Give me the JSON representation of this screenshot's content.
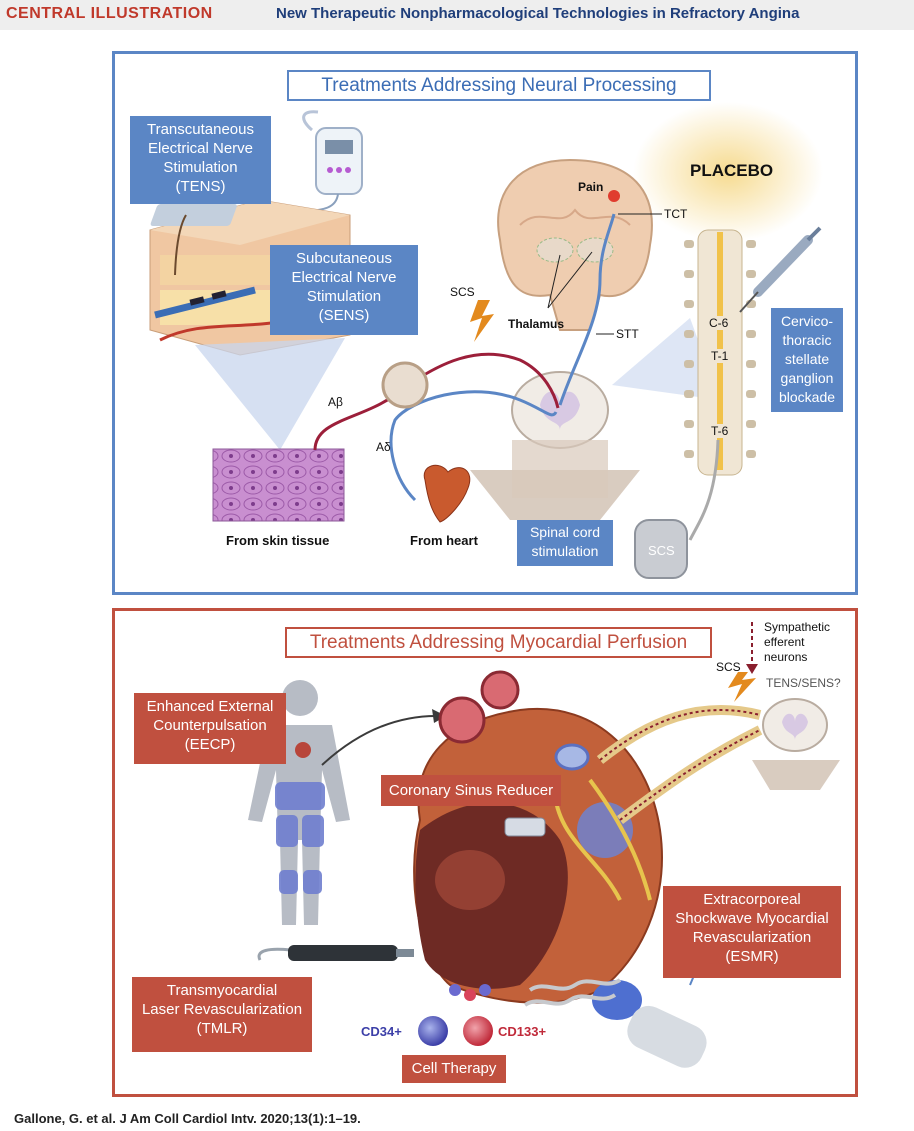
{
  "header": {
    "tag": "CENTRAL ILLUSTRATION",
    "title": "New Therapeutic Nonpharmacological Technologies in Refractory Angina"
  },
  "neural_panel": {
    "title": "Treatments Addressing Neural Processing",
    "tens": [
      "Transcutaneous",
      "Electrical Nerve",
      "Stimulation",
      "(TENS)"
    ],
    "sens": [
      "Subcutaneous",
      "Electrical Nerve",
      "Stimulation",
      "(SENS)"
    ],
    "placebo": "PLACEBO",
    "pain": "Pain",
    "tct": "TCT",
    "thalamus": "Thalamus",
    "stt": "STT",
    "scs": "SCS",
    "a_beta": "Aβ",
    "a_delta": "Aδ",
    "from_skin": "From skin tissue",
    "from_heart": "From heart",
    "spinal": [
      "Spinal cord",
      "stimulation"
    ],
    "scs_device": "SCS",
    "vertebrae": [
      "C-6",
      "T-1",
      "T-6"
    ],
    "cervico": [
      "Cervico-",
      "thoracic",
      "stellate",
      "ganglion",
      "blockade"
    ]
  },
  "perfusion_panel": {
    "title": "Treatments Addressing Myocardial Perfusion",
    "sympathetic": [
      "Sympathetic",
      "efferent",
      "neurons"
    ],
    "scs": "SCS",
    "tens_sens": "TENS/SENS?",
    "eecp": [
      "Enhanced External",
      "Counterpulsation",
      "(EECP)"
    ],
    "csr": "Coronary Sinus Reducer",
    "esmr": [
      "Extracorporeal",
      "Shockwave Myocardial",
      "Revascularization",
      "(ESMR)"
    ],
    "tmlr": [
      "Transmyocardial",
      "Laser Revascularization",
      "(TMLR)"
    ],
    "cd34": "CD34+",
    "cd133": "CD133+",
    "cell_therapy": "Cell Therapy"
  },
  "footer": "Gallone, G. et al. J Am Coll Cardiol Intv. 2020;13(1):1–19.",
  "colors": {
    "blue_accent": "#5b86c5",
    "red_accent": "#c0503f",
    "header_red": "#c0392b",
    "header_navy": "#1f3e7a",
    "placebo_glow": "#f6d98a"
  }
}
